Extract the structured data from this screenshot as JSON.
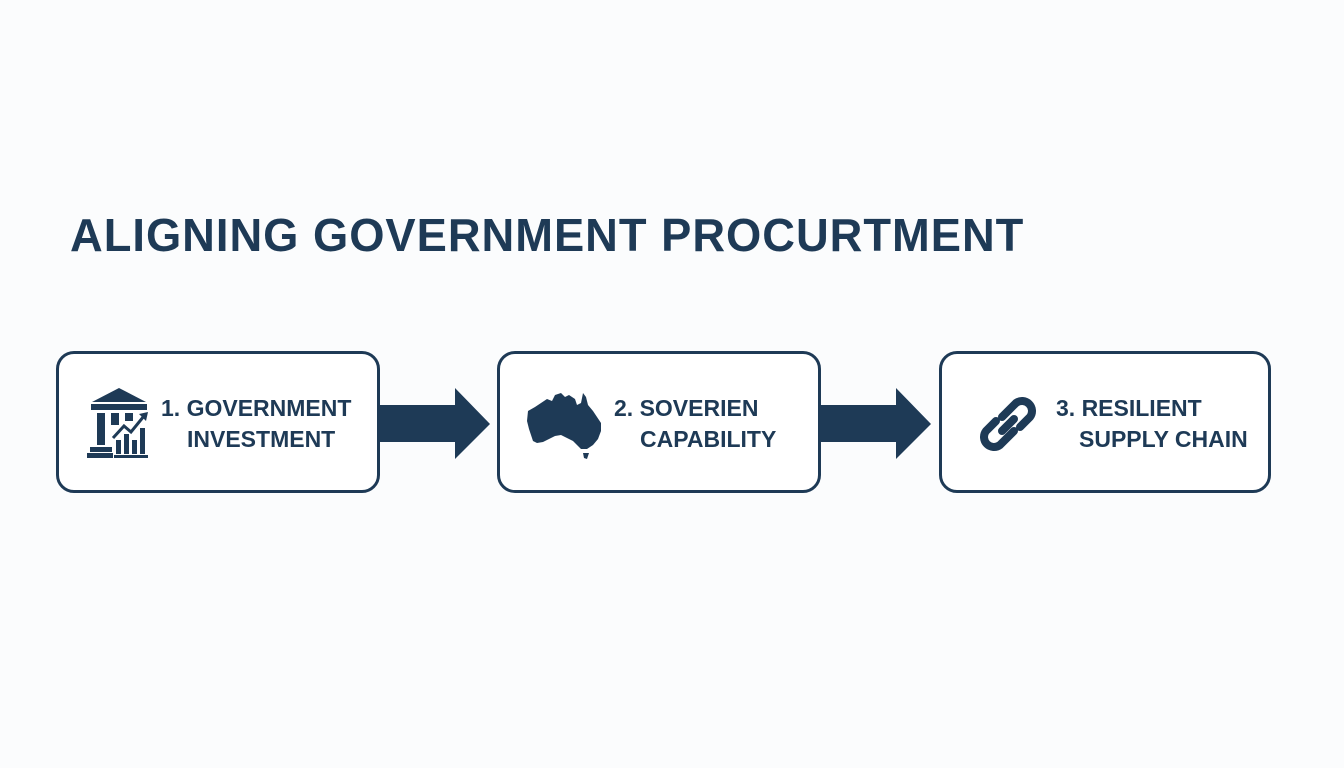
{
  "title": "ALIGNING GOVERNMENT PROCURTMENT",
  "colors": {
    "primary": "#1e3a56",
    "background": "#fbfcfd"
  },
  "steps": [
    {
      "line1": "1. GOVERNMENT",
      "line2": "INVESTMENT",
      "icon": "government-building-growth-icon"
    },
    {
      "line1": "2. SOVERIEN",
      "line2": "CAPABILITY",
      "icon": "australia-map-icon"
    },
    {
      "line1": "3. RESILIENT",
      "line2": "SUPPLY CHAIN",
      "icon": "chain-link-icon"
    }
  ],
  "connectors": [
    "arrow-right",
    "arrow-right"
  ]
}
